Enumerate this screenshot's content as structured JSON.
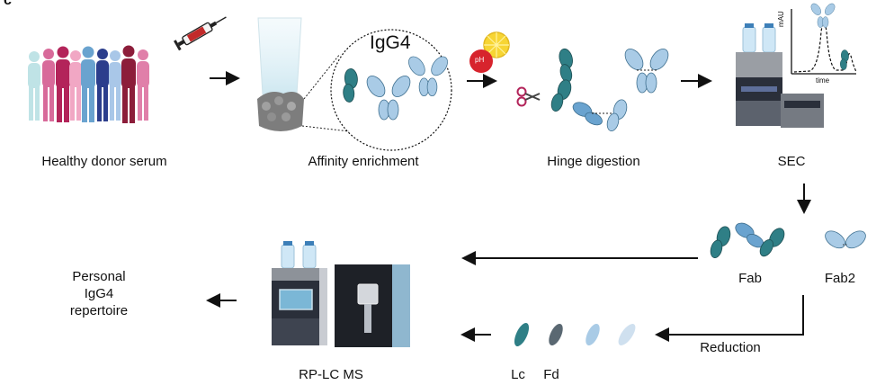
{
  "panel_label": "c",
  "steps": {
    "donor": "Healthy donor serum",
    "affinity": "Affinity enrichment",
    "affinity_target": "IgG4",
    "ph_badge": "pH",
    "hinge": "Hinge digestion",
    "sec": "SEC",
    "chromatogram_y": "mAU",
    "chromatogram_x": "time",
    "fab": "Fab",
    "fab2": "Fab2",
    "reduction": "Reduction",
    "lc": "Lc",
    "fd": "Fd",
    "rplcms": "RP-LC MS",
    "repertoire_line1": "Personal",
    "repertoire_line2": "IgG4",
    "repertoire_line3": "repertoire"
  },
  "colors": {
    "teal": "#2f7f86",
    "light_blue": "#a9cbe6",
    "mid_blue": "#6aa3cf",
    "crimson": "#b3245a",
    "pink": "#d86a9a",
    "navy": "#2c3e8c",
    "dark_red": "#8c1d3a"
  },
  "icons": {
    "syringe": "syringe-icon",
    "lemon": "lemon-icon",
    "scissors": "scissors-icon",
    "column": "affinity-column-icon",
    "hplc": "hplc-instrument-icon",
    "ms": "mass-spectrometer-icon"
  }
}
